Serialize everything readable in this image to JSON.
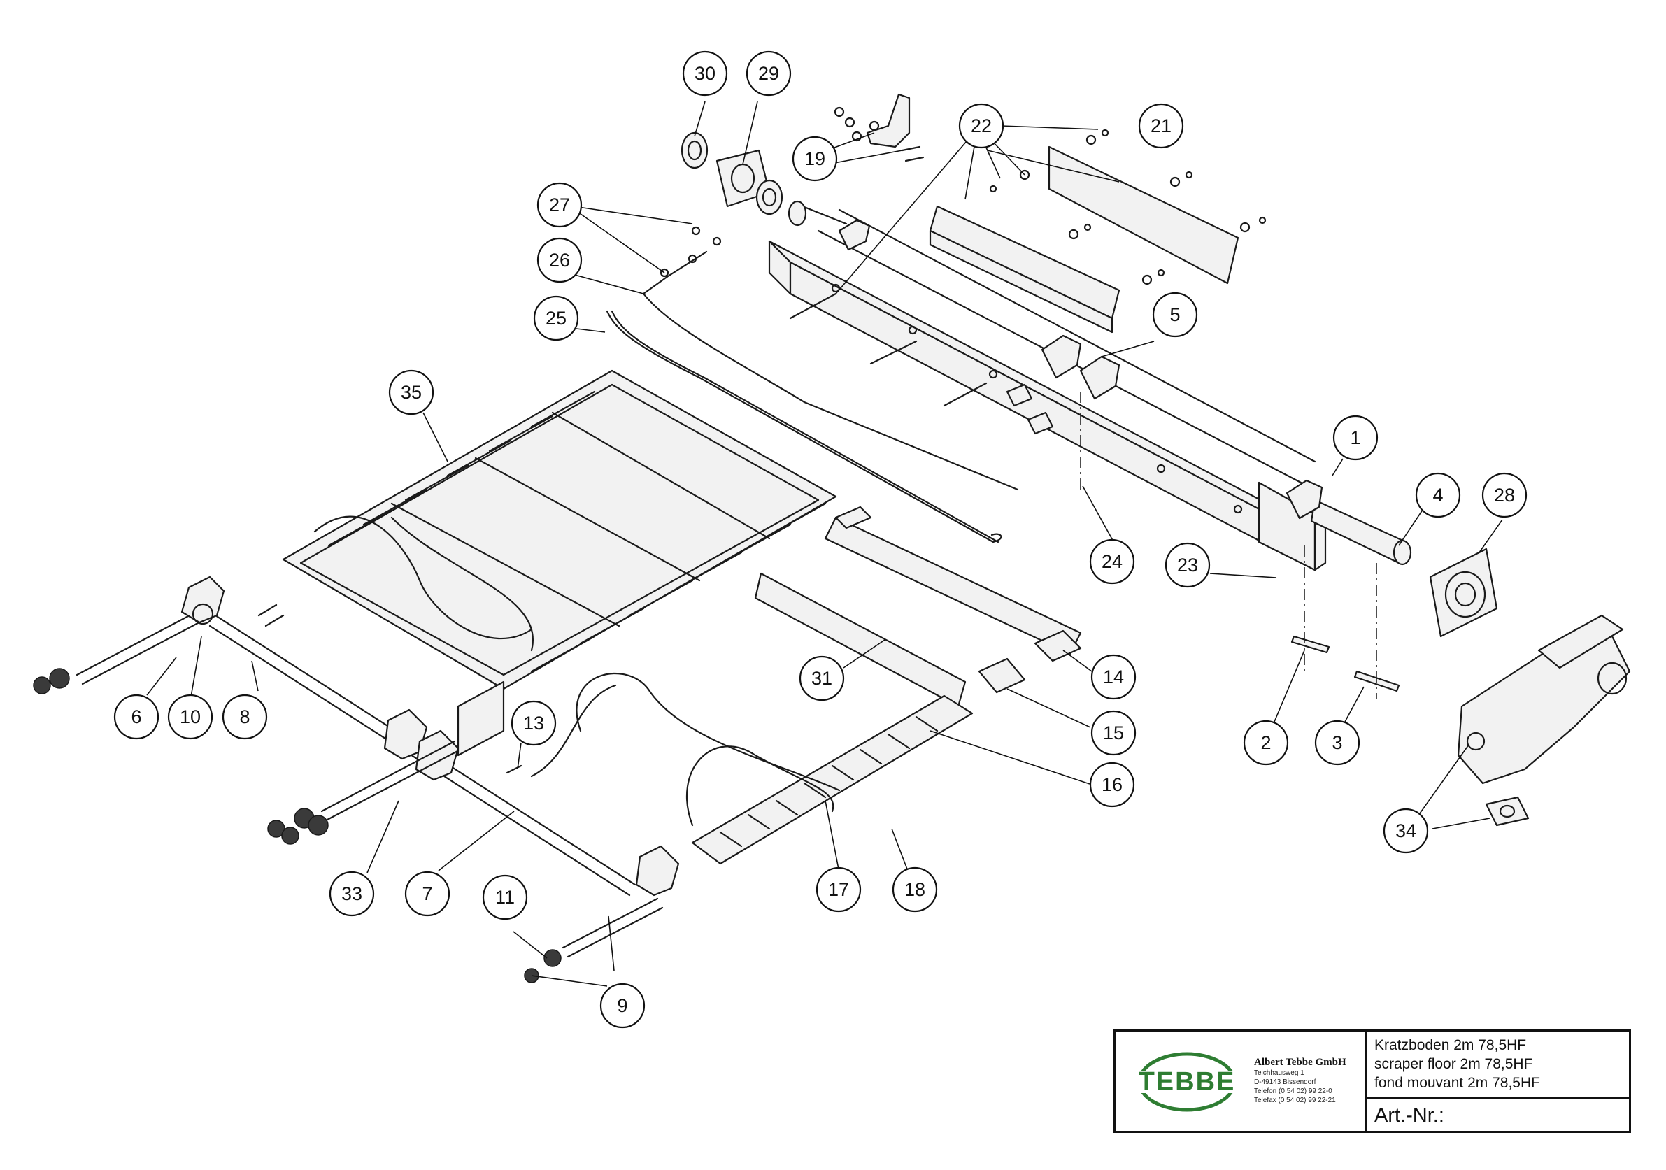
{
  "drawing": {
    "callouts": [
      {
        "label": "1"
      },
      {
        "label": "2"
      },
      {
        "label": "3"
      },
      {
        "label": "4"
      },
      {
        "label": "5"
      },
      {
        "label": "6"
      },
      {
        "label": "7"
      },
      {
        "label": "8"
      },
      {
        "label": "9"
      },
      {
        "label": "10"
      },
      {
        "label": "11"
      },
      {
        "label": "13"
      },
      {
        "label": "14"
      },
      {
        "label": "15"
      },
      {
        "label": "16"
      },
      {
        "label": "17"
      },
      {
        "label": "18"
      },
      {
        "label": "19"
      },
      {
        "label": "21"
      },
      {
        "label": "22"
      },
      {
        "label": "23"
      },
      {
        "label": "24"
      },
      {
        "label": "25"
      },
      {
        "label": "26"
      },
      {
        "label": "27"
      },
      {
        "label": "28"
      },
      {
        "label": "29"
      },
      {
        "label": "30"
      },
      {
        "label": "31"
      },
      {
        "label": "33"
      },
      {
        "label": "34"
      },
      {
        "label": "35"
      }
    ]
  },
  "title_block": {
    "logo_text": "TEBBE",
    "logo_color": "#2e7d32",
    "company_name": "Albert Tebbe GmbH",
    "address_lines": [
      "Teichhausweg 1",
      "D-49143 Bissendorf",
      "Telefon (0 54 02) 99 22-0",
      "Telefax (0 54 02) 99 22-21"
    ],
    "titles": [
      "Kratzboden 2m 78,5HF",
      "scraper floor 2m 78,5HF",
      "fond mouvant 2m 78,5HF"
    ],
    "art_nr_label": "Art.-Nr.:"
  }
}
